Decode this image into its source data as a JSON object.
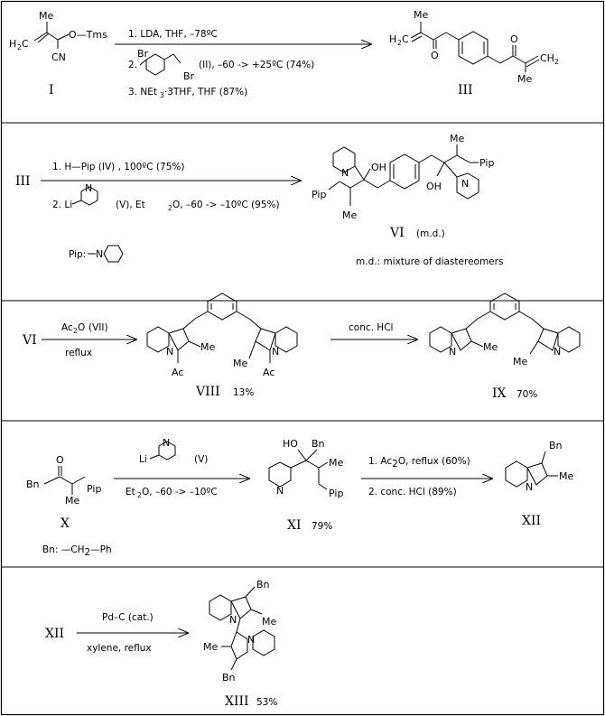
{
  "step1": {
    "compound_I": {
      "label": "I",
      "atoms": [
        "Me",
        "H",
        "2",
        "C",
        "O—Tms",
        "CN"
      ]
    },
    "conditions": [
      "1. LDA,  THF,   –78ºC",
      "2.",
      "Br",
      "Br",
      "(II),  –60 -> +25ºC  (74%)",
      "3. NEt",
      "3",
      "·3THF,  THF   (87%)"
    ],
    "compound_III": {
      "label": "III",
      "atoms": [
        "Me",
        "H",
        "2",
        "C",
        "O",
        "O",
        "CH",
        "2",
        "Me"
      ]
    }
  },
  "step2": {
    "start_label": "III",
    "conditions": [
      "1. H—Pip  (IV) , 100ºC (75%)",
      "2. Li",
      "N",
      "(V), Et",
      "2",
      "O, –60 -> –10ºC (95%)"
    ],
    "compound_VI": {
      "label": "VI",
      "note": "(m.d.)",
      "atoms": [
        "N",
        "OH",
        "Pip",
        "Me",
        "OH",
        "N",
        "Me",
        "Pip"
      ]
    },
    "pip_def": [
      "Pip:",
      "N"
    ],
    "md_note": "m.d.: mixture of diastereomers"
  },
  "step3": {
    "start_label": "VI",
    "conditions": [
      "Ac",
      "2",
      "O",
      "(VII)",
      "reflux"
    ],
    "compound_VIII": {
      "label": "VIII",
      "yield": "13%",
      "atoms": [
        "N",
        "Me",
        "Ac",
        "Me",
        "N",
        "Ac"
      ]
    },
    "conditions2": [
      "conc. HCl"
    ],
    "compound_IX": {
      "label": "IX",
      "yield": "70%",
      "atoms": [
        "N",
        "Me",
        "Me",
        "N"
      ]
    }
  },
  "step4": {
    "compound_X": {
      "label": "X",
      "atoms": [
        "O",
        "Bn",
        "Me",
        "Pip"
      ]
    },
    "bn_def": "Bn: —CH",
    "bn_def_sub": "2",
    "bn_def_end": "—Ph",
    "conditions": [
      "Li",
      "N",
      "(V)",
      "Et",
      "2",
      "O,  –60 -> –10ºC"
    ],
    "compound_XI": {
      "label": "XI",
      "yield": "79%",
      "atoms": [
        "HO",
        "Bn",
        "N",
        "Me",
        "Pip"
      ]
    },
    "conditions2": [
      "1. Ac",
      "2",
      "O,  reflux  (60%)",
      "2.  conc. HCl   (89%)"
    ],
    "compound_XII": {
      "label": "XII",
      "atoms": [
        "Bn",
        "Me",
        "N"
      ]
    }
  },
  "step5": {
    "start_label": "XII",
    "conditions": [
      "Pd–C (cat.)",
      "xylene,  reflux"
    ],
    "compound_XIII": {
      "label": "XIII",
      "yield": "53%",
      "atoms": [
        "Bn",
        "N",
        "Me",
        "Me",
        "N",
        "Bn"
      ]
    }
  }
}
